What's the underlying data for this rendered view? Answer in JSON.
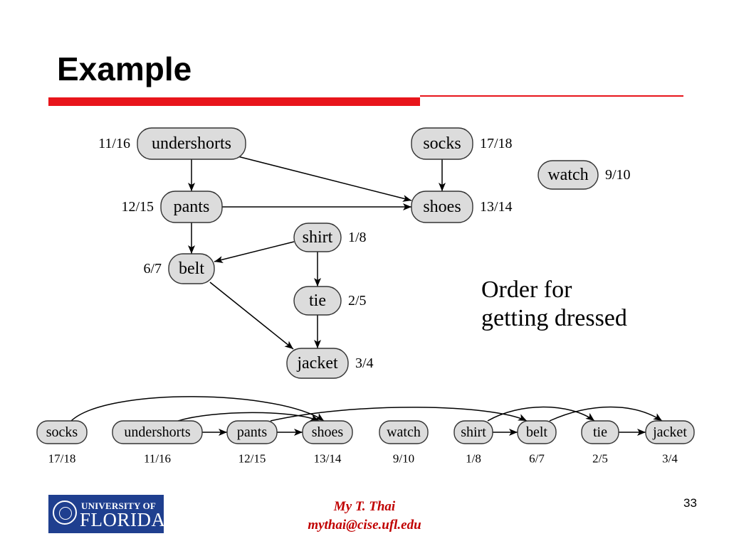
{
  "slide": {
    "title": "Example",
    "annotation_lines": [
      "Order for",
      "getting dressed"
    ],
    "footer_name": "My T. Thai",
    "footer_email": "mythai@cise.ufl.edu",
    "page_number": "33",
    "logo_line1": "UNIVERSITY OF",
    "logo_line2": "FLORIDA",
    "accent_color": "#e8151b",
    "footer_color": "#c00000"
  },
  "graph": {
    "nodes": [
      {
        "id": "undershorts",
        "label": "undershorts",
        "time": "11/16"
      },
      {
        "id": "socks",
        "label": "socks",
        "time": "17/18"
      },
      {
        "id": "watch",
        "label": "watch",
        "time": "9/10"
      },
      {
        "id": "pants",
        "label": "pants",
        "time": "12/15"
      },
      {
        "id": "shoes",
        "label": "shoes",
        "time": "13/14"
      },
      {
        "id": "shirt",
        "label": "shirt",
        "time": "1/8"
      },
      {
        "id": "belt",
        "label": "belt",
        "time": "6/7"
      },
      {
        "id": "tie",
        "label": "tie",
        "time": "2/5"
      },
      {
        "id": "jacket",
        "label": "jacket",
        "time": "3/4"
      }
    ],
    "edges": [
      [
        "undershorts",
        "pants"
      ],
      [
        "undershorts",
        "shoes"
      ],
      [
        "socks",
        "shoes"
      ],
      [
        "pants",
        "shoes"
      ],
      [
        "pants",
        "belt"
      ],
      [
        "shirt",
        "belt"
      ],
      [
        "shirt",
        "tie"
      ],
      [
        "tie",
        "jacket"
      ],
      [
        "belt",
        "jacket"
      ]
    ],
    "topological_order": [
      "socks",
      "undershorts",
      "pants",
      "shoes",
      "watch",
      "shirt",
      "belt",
      "tie",
      "jacket"
    ]
  }
}
